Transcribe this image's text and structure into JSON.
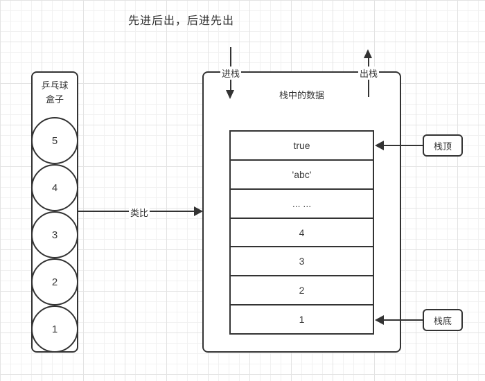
{
  "title": "先进后出，后进先出",
  "left_box": {
    "label_line1": "乒乓球",
    "label_line2": "盒子",
    "balls": [
      "5",
      "4",
      "3",
      "2",
      "1"
    ]
  },
  "analogy": {
    "label": "类比"
  },
  "stack": {
    "title": "栈中的数据",
    "push_label": "进栈",
    "pop_label": "出栈",
    "items": [
      "true",
      "'abc'",
      "... ...",
      "4",
      "3",
      "2",
      "1"
    ],
    "top_pointer": "栈顶",
    "bottom_pointer": "栈底"
  },
  "colors": {
    "stroke": "#333333",
    "text": "#3a3a3a",
    "background": "#ffffff",
    "grid_minor": "#f1f1f1",
    "grid_major": "#e3e3e3"
  }
}
